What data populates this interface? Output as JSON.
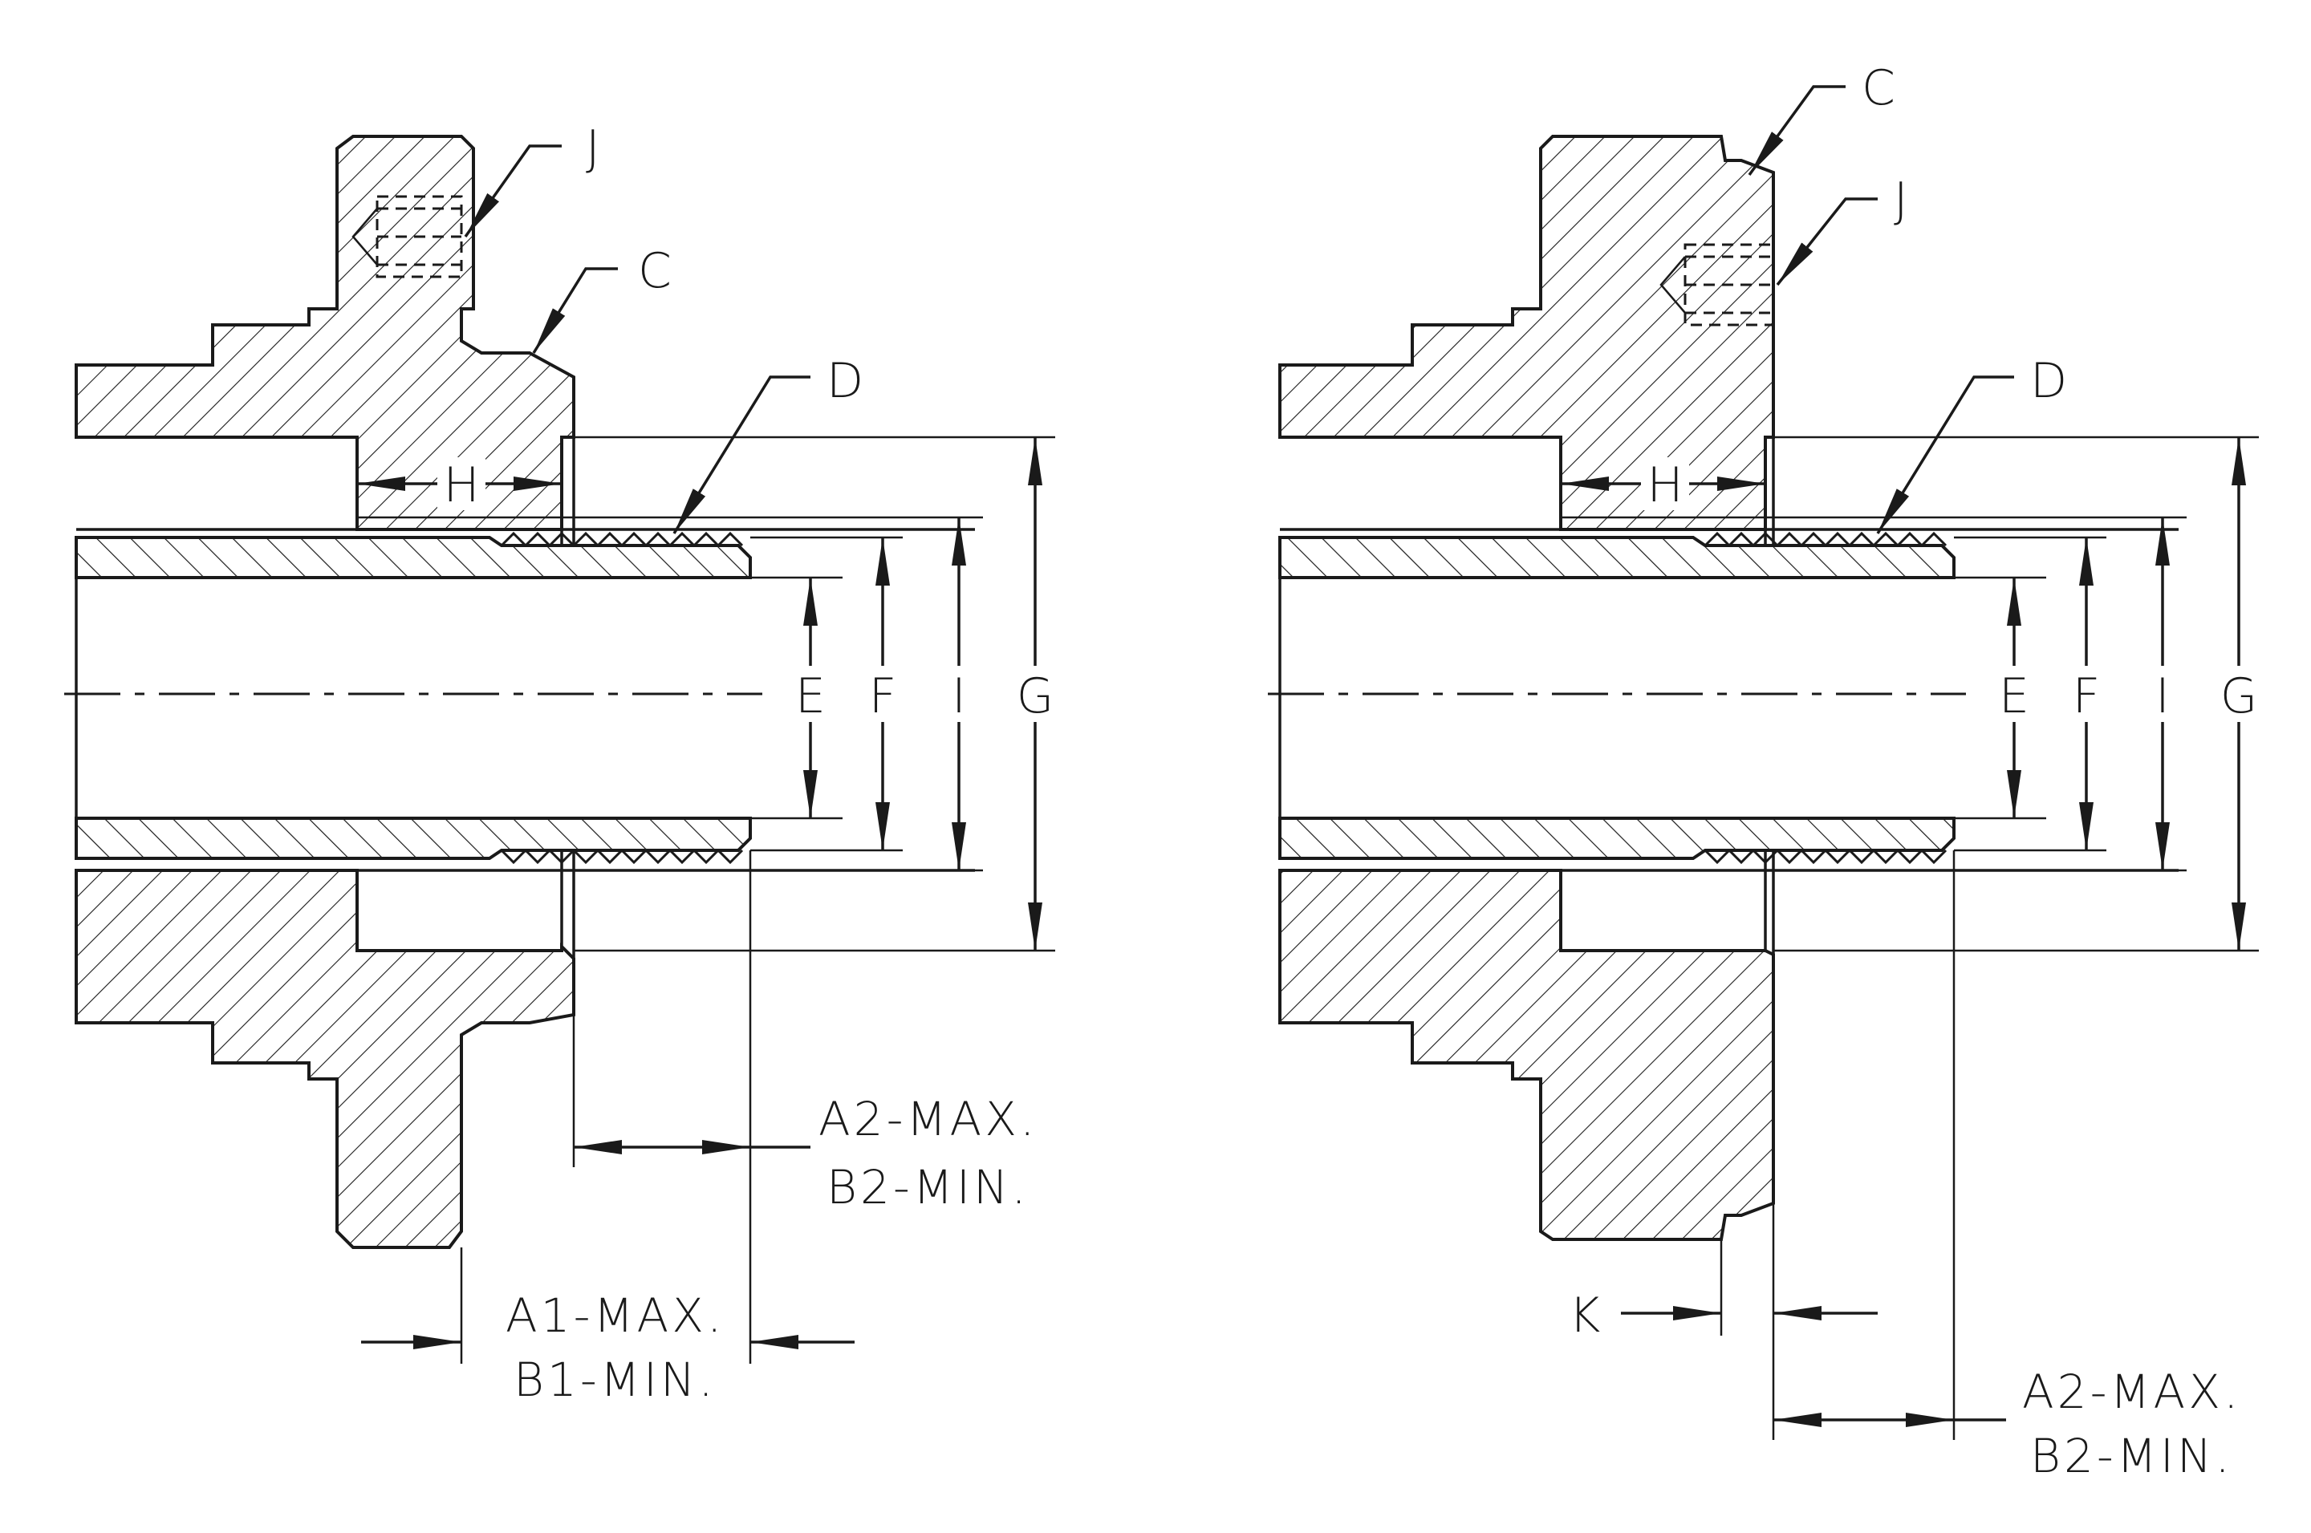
{
  "labels": {
    "left": {
      "j": "J",
      "c": "C",
      "d": "D",
      "h": "H",
      "e": "E",
      "f": "F",
      "i": "I",
      "g": "G",
      "a2_max": "A2-MAX.",
      "b2_min": "B2-MIN.",
      "a1_max": "A1-MAX.",
      "b1_min": "B1-MIN."
    },
    "right": {
      "c": "C",
      "j": "J",
      "d": "D",
      "h": "H",
      "e": "E",
      "f": "F",
      "i": "I",
      "g": "G",
      "k": "K",
      "a2_max": "A2-MAX.",
      "b2_min": "B2-MIN."
    }
  }
}
